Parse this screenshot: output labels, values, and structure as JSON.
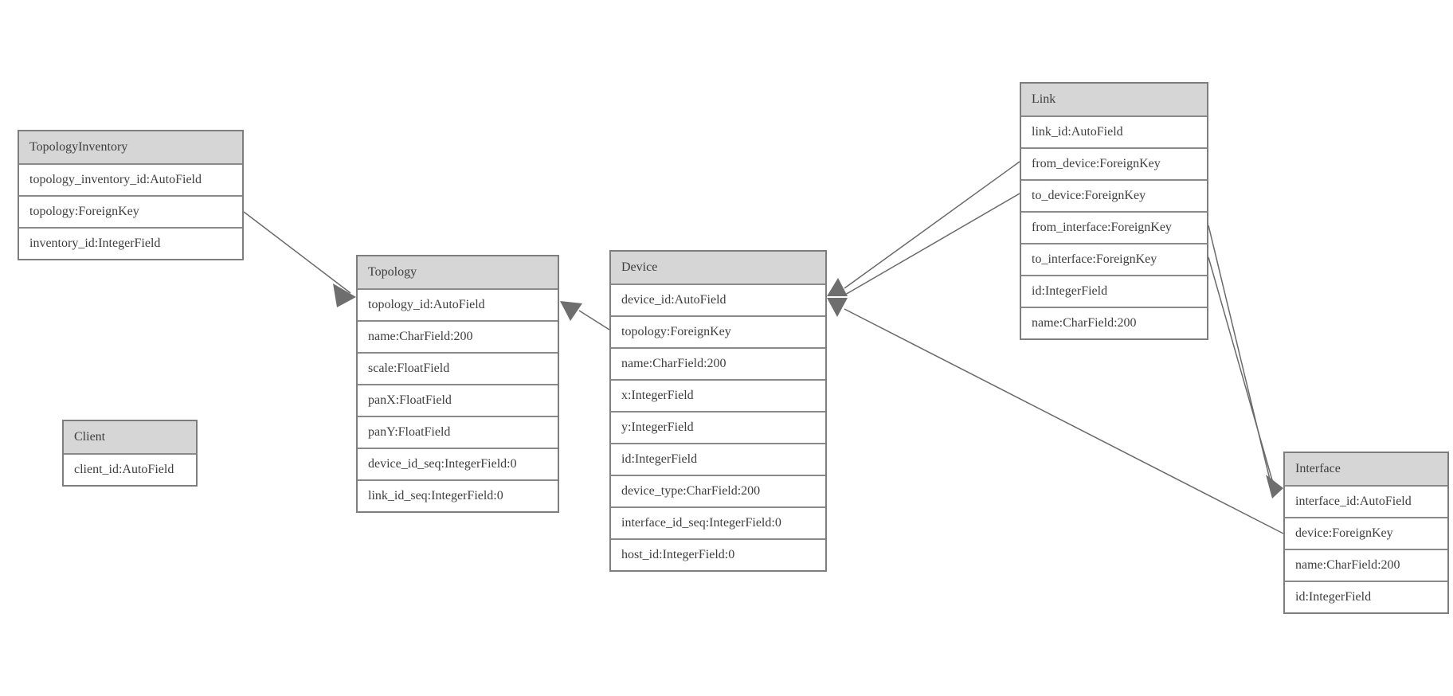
{
  "tables": [
    {
      "name": "TopologyInventory",
      "fields": [
        "topology_inventory_id:AutoField",
        "topology:ForeignKey",
        "inventory_id:IntegerField"
      ]
    },
    {
      "name": "Topology",
      "fields": [
        "topology_id:AutoField",
        "name:CharField:200",
        "scale:FloatField",
        "panX:FloatField",
        "panY:FloatField",
        "device_id_seq:IntegerField:0",
        "link_id_seq:IntegerField:0"
      ]
    },
    {
      "name": "Client",
      "fields": [
        "client_id:AutoField"
      ]
    },
    {
      "name": "Device",
      "fields": [
        "device_id:AutoField",
        "topology:ForeignKey",
        "name:CharField:200",
        "x:IntegerField",
        "y:IntegerField",
        "id:IntegerField",
        "device_type:CharField:200",
        "interface_id_seq:IntegerField:0",
        "host_id:IntegerField:0"
      ]
    },
    {
      "name": "Link",
      "fields": [
        "link_id:AutoField",
        "from_device:ForeignKey",
        "to_device:ForeignKey",
        "from_interface:ForeignKey",
        "to_interface:ForeignKey",
        "id:IntegerField",
        "name:CharField:200"
      ]
    },
    {
      "name": "Interface",
      "fields": [
        "interface_id:AutoField",
        "device:ForeignKey",
        "name:CharField:200",
        "id:IntegerField"
      ]
    }
  ],
  "relationships": [
    {
      "from": "TopologyInventory.topology",
      "to": "Topology.topology_id"
    },
    {
      "from": "Device.topology",
      "to": "Topology.topology_id"
    },
    {
      "from": "Link.from_device",
      "to": "Device.device_id"
    },
    {
      "from": "Link.to_device",
      "to": "Device.device_id"
    },
    {
      "from": "Link.from_interface",
      "to": "Interface.interface_id"
    },
    {
      "from": "Link.to_interface",
      "to": "Interface.interface_id"
    },
    {
      "from": "Interface.device",
      "to": "Device.device_id"
    }
  ],
  "colors": {
    "background": "#ffffff",
    "header_bg": "#d6d6d6",
    "table_border": "#7e7e7e",
    "edge_line": "#6a6a6a",
    "arrowhead": "#6e6e6e",
    "text": "#3e3e3e"
  }
}
